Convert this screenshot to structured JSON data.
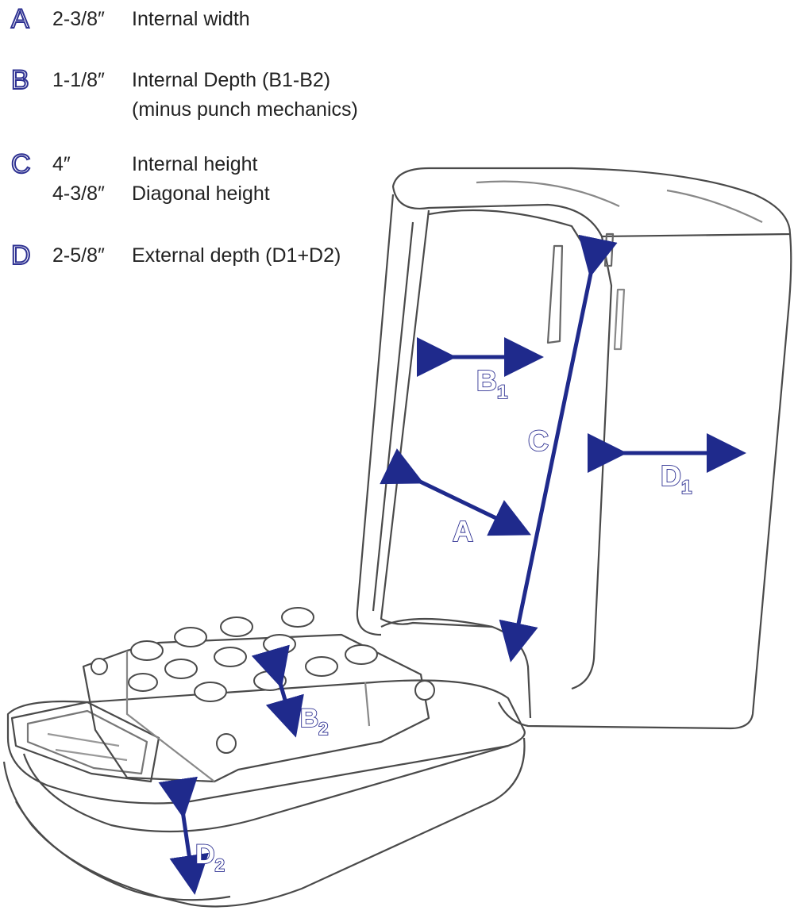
{
  "legend": [
    {
      "letter": "A",
      "size": "2-3/8″",
      "lines": [
        "Internal width"
      ]
    },
    {
      "letter": "B",
      "size": "1-1/8″",
      "lines": [
        "Internal Depth (B1-B2)",
        "(minus punch mechanics)"
      ]
    },
    {
      "letter": "C",
      "size": "4″",
      "size2": "4-3/8″",
      "lines": [
        "Internal height",
        "Diagonal height"
      ]
    },
    {
      "letter": "D",
      "size": "2-5/8″",
      "lines": [
        "External depth (D1+D2)"
      ]
    }
  ],
  "labels": {
    "B1": {
      "main": "B",
      "sub": "1"
    },
    "C": {
      "main": "C"
    },
    "D1": {
      "main": "D",
      "sub": "1"
    },
    "A": {
      "main": "A"
    },
    "B2": {
      "main": "B",
      "sub": "2"
    },
    "D2": {
      "main": "D",
      "sub": "2"
    }
  },
  "colors": {
    "arrow": "#1f2a8c",
    "legend_letter": "#2e3192",
    "outline": "#4a4a4a"
  }
}
